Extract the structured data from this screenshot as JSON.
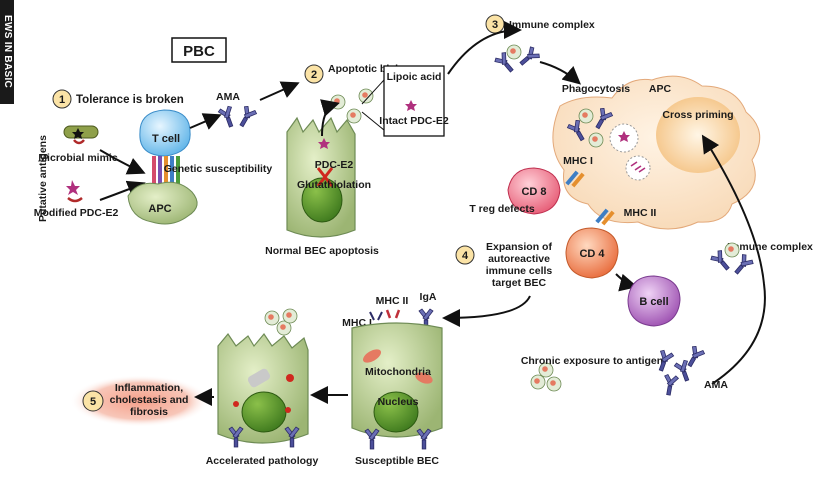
{
  "side_tag": "EWS IN BASIC",
  "title": "PBC",
  "steps": [
    {
      "num": "1",
      "text": "Tolerance is broken"
    },
    {
      "num": "2",
      "text": "Apoptotic blebs"
    },
    {
      "num": "3",
      "text": "Immune complex"
    },
    {
      "num": "4",
      "text": "Expansion of autoreactive immune cells target BEC"
    },
    {
      "num": "5",
      "text": "Inflammation, cholestasis and fibrosis"
    }
  ],
  "labels": {
    "putative_antigens": "Putative antigens",
    "microbial_mimic": "Microbial mimic",
    "modified_pdc": "Modified PDC-E2",
    "t_cell": "T cell",
    "apc_small": "APC",
    "genetic_susceptibility": "Genetic susceptibility",
    "ama": "AMA",
    "pdc_e2": "PDC-E2",
    "glutathiolation": "Glutathiolation",
    "normal_bec": "Normal BEC apoptosis",
    "lipoic_acid": "Lipoic acid",
    "intact_pdc": "Intact PDC-E2",
    "phagocytosis": "Phagocytosis",
    "apc_large": "APC",
    "cross_priming": "Cross priming",
    "mhc_i": "MHC I",
    "mhc_ii": "MHC II",
    "cd8": "CD 8",
    "treg": "T reg defects",
    "cd4": "CD 4",
    "b_cell": "B cell",
    "immune_complex": "Immune complex",
    "iga": "IgA",
    "mitochondria": "Mitochondria",
    "nucleus": "Nucleus",
    "susceptible_bec": "Susceptible BEC",
    "accelerated": "Accelerated pathology",
    "chronic": "Chronic exposure to antigen",
    "ama2": "AMA"
  }
}
